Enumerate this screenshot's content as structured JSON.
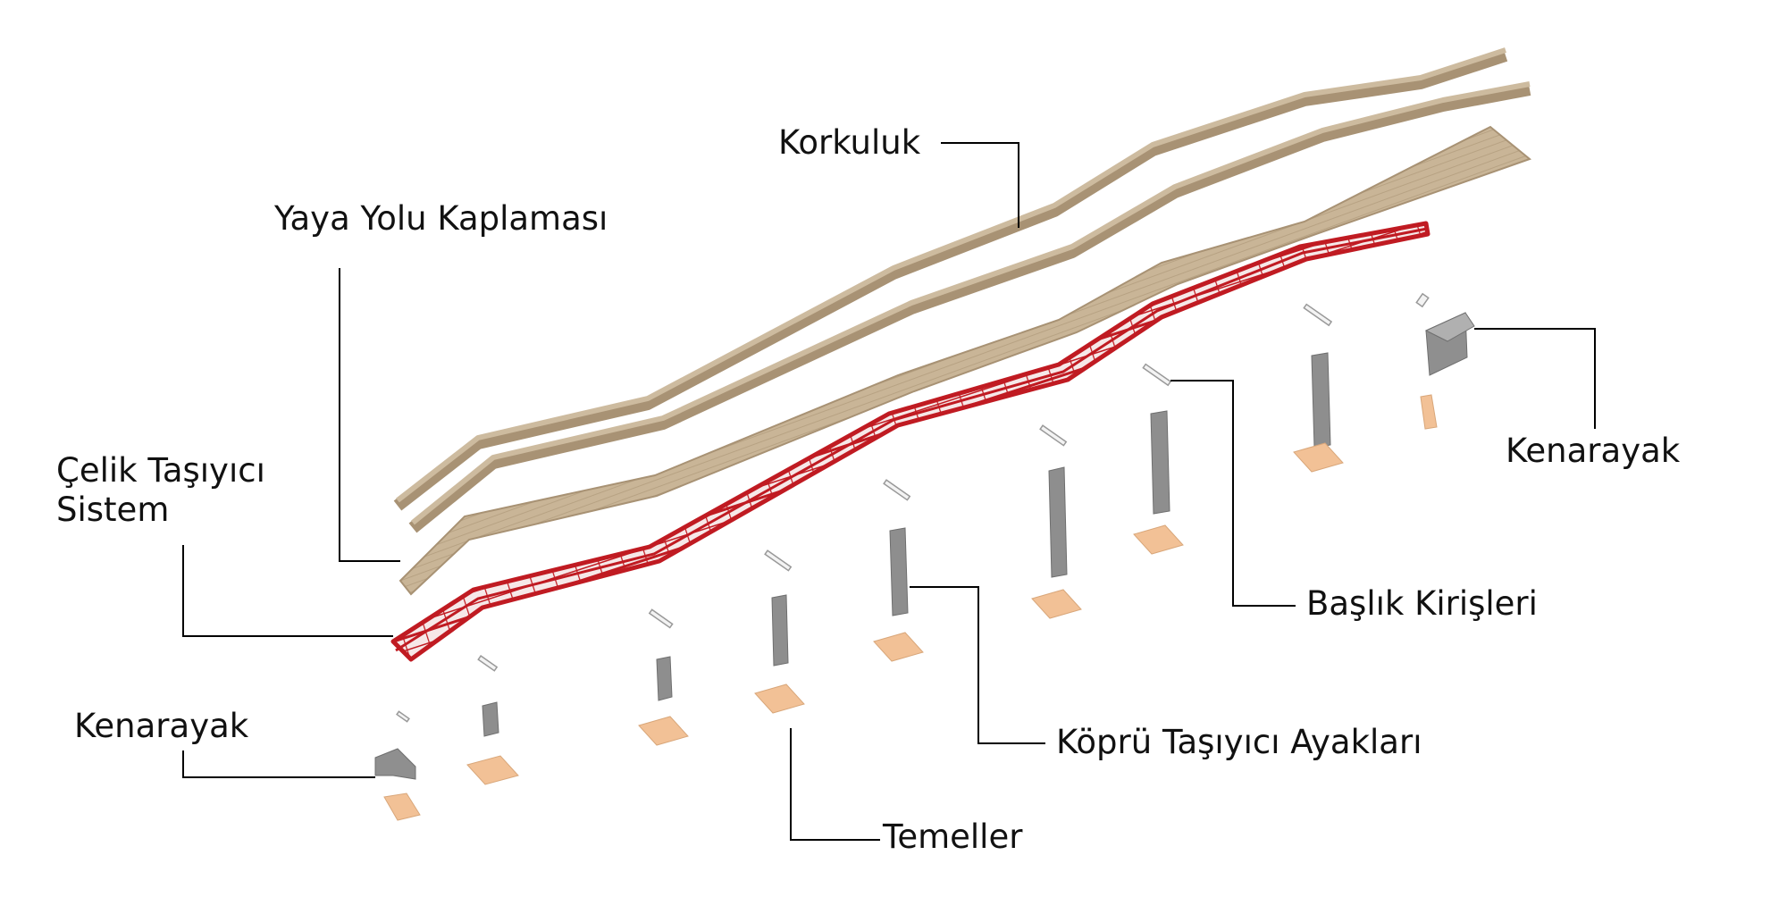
{
  "labels": {
    "korkuluk": "Korkuluk",
    "yaya_yolu": "Yaya Yolu Kaplaması",
    "celik_line1": "Çelik Taşıyıcı",
    "celik_line2": "Sistem",
    "kenarayak_right": "Kenarayak",
    "kenarayak_left": "Kenarayak",
    "baslik": "Başlık Kirişleri",
    "kopru": "Köprü Taşıyıcı Ayakları",
    "temeller": "Temeller"
  },
  "colors": {
    "wood": "#c6b396",
    "wood_dark": "#a89274",
    "steel_red": "#c01b22",
    "steel_light": "#f3e3e3",
    "concrete": "#8e8e8e",
    "footing": "#f2c196",
    "leader": "#000000"
  }
}
